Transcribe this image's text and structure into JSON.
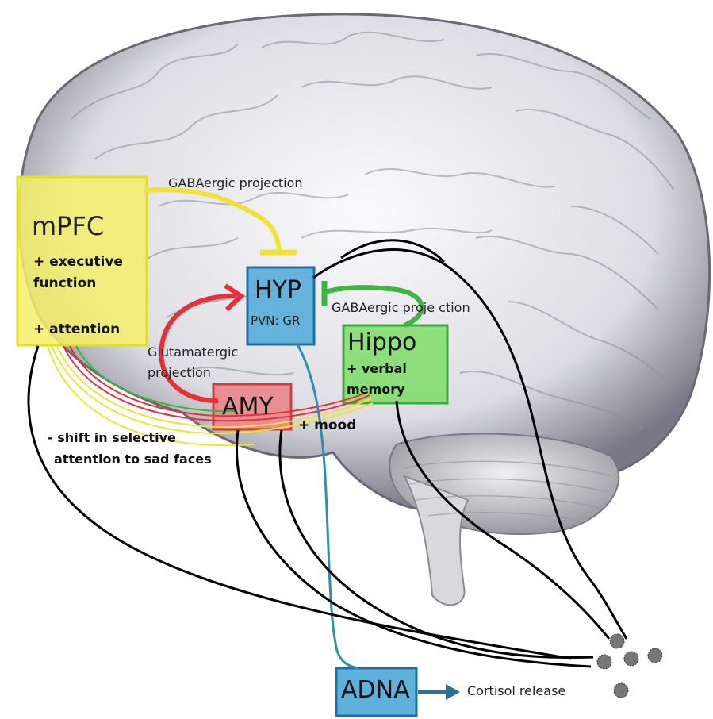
{
  "regions": {
    "mpfc": {
      "title": "mPFC",
      "line1": "+ executive",
      "line2": "function",
      "line3": "+ attention",
      "color": "#f4f06a"
    },
    "hyp": {
      "title": "HYP",
      "sub": "PVN: GR",
      "color": "#4ea9d8"
    },
    "hippo": {
      "title": "Hippo",
      "line1": "+ verbal",
      "line2": "memory",
      "color": "#7fdc6a"
    },
    "amy": {
      "title": "AMY",
      "color": "#e8868a"
    },
    "adna": {
      "title": "ADNA",
      "color": "#4ea9d8"
    }
  },
  "labels": {
    "gaba_top": "GABAergic projection",
    "gaba_hippo": "GABAergic  proje ction",
    "glut1": "Glutamatergic",
    "glut2": "projection",
    "mood": "+ mood",
    "shift1": "- shift in selective",
    "shift2": "attention to sad faces",
    "cortisol": "Cortisol release"
  },
  "colors": {
    "gaba": "#f0e23a",
    "hippo_gaba": "#3fb43f",
    "glutamate": "#e8303a",
    "black": "#000000",
    "blue_path": "#2f8fb0"
  }
}
